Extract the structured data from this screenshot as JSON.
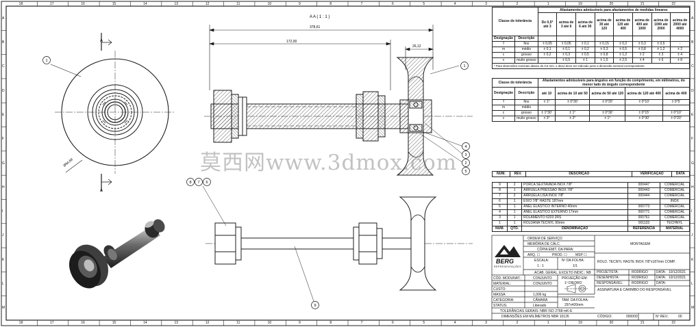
{
  "border": {
    "col_numbers": [
      "18",
      "17",
      "16",
      "15",
      "14",
      "13",
      "12",
      "11",
      "10",
      "9",
      "8",
      "7",
      "6",
      "5",
      "4",
      "3",
      "2",
      "1"
    ],
    "right_cols": [
      "19",
      "20",
      "21",
      "22"
    ],
    "row_letters": [
      "A",
      "B",
      "C",
      "D",
      "E",
      "F",
      "G",
      "H",
      "I",
      "J",
      "K",
      "L",
      "M"
    ]
  },
  "section_title": "A A ( 1 : 1 )",
  "section_marks": [
    "A",
    "A"
  ],
  "dimensions": {
    "overall": "378,61",
    "left": "172,00",
    "right": "26,12",
    "diameter": "Ø94,68"
  },
  "balloons": [
    "1",
    "1",
    "8",
    "7",
    "6",
    "9",
    "4",
    "3",
    "2",
    "5"
  ],
  "watermark": "莫西网www.3dmox.com",
  "tol_linear": {
    "title": "Afastamentos admissíveis para afastamentos de medidas lineares",
    "class_header": "Classe de tolerância",
    "range_headers": [
      "De 0,5* até 3",
      "acima de 3 até 6",
      "acima de 6 até 30",
      "acima de 30 até 120",
      "acima de 120 até 400",
      "acima de 400 até 1000",
      "acima de 1000 até 2000",
      "acima de 2000 até 4000"
    ],
    "sub_headers": [
      "Designação",
      "Descrição"
    ],
    "rows": [
      [
        "f",
        "fino",
        "± 0,05",
        "± 0,05",
        "± 0,1",
        "± 0,15",
        "± 0,2",
        "± 0,3",
        "± 0,5",
        "-"
      ],
      [
        "m",
        "médio",
        "± 0,1",
        "± 0,1",
        "± 0,2",
        "± 0,3",
        "± 0,5",
        "± 0,8",
        "± 1,2",
        "± 2"
      ],
      [
        "c",
        "grosso",
        "± 0,2",
        "± 0,3",
        "± 0,5",
        "± 0,8",
        "± 1,2",
        "± 2",
        "± 3",
        "± 4"
      ],
      [
        "v",
        "muito grosso",
        "-",
        "± 0,5",
        "± 1",
        "± 1,5",
        "± 2,5",
        "± 4",
        "± 6",
        "± 8"
      ]
    ],
    "footnote": "* Para dimensões nominais abaixo de 0,5 mm, o desvi deve ser indicado junto a dimensão nominal correspondente"
  },
  "tol_angular": {
    "title": "Afastamentos admissíveis para ângulos em função do comprimento, em milímetros, do menor lado do ângulo correspondente",
    "class_header": "Classe de tolerância",
    "range_headers": [
      "até 10",
      "acima de 10 até 50",
      "acima de 50 até 120",
      "acima de 120 até 400",
      "acima de 400"
    ],
    "sub_headers": [
      "Designação",
      "Descrição"
    ],
    "rows": [
      [
        "f",
        "fino",
        "± 1°",
        "± 0°30'",
        "± 0°20'",
        "± 0°10'",
        "± 0°5'"
      ],
      [
        "m",
        "médio",
        "",
        "",
        "",
        "",
        ""
      ],
      [
        "c",
        "grosso",
        "± 1°30'",
        "± 1°",
        "± 0°30'",
        "± 0°15'",
        "± 0°10'"
      ],
      [
        "v",
        "muito grosso",
        "± 3°",
        "± 2°",
        "± 1°",
        "± 0°30'",
        "± 0°20'"
      ]
    ]
  },
  "revisions": {
    "headers": [
      "NÚM.",
      "REV.",
      "DESCRIÇÃO",
      "VERIFICAÇÃO",
      "DATA"
    ]
  },
  "bom": {
    "rows": [
      [
        "9",
        "2",
        "PORCA SEXTAVADA INOX 7/8\"",
        "000447",
        "COMERCIAL"
      ],
      [
        "8",
        "1",
        "ARRUELA PRESSÃO INOX 7/8\"",
        "000443",
        "COMERCIAL"
      ],
      [
        "7",
        "2",
        "ARRUELA LISA INOX 7/8\"",
        "000444",
        "COMERCIAL"
      ],
      [
        "6",
        "1",
        "EIXO 7/8\" HASTE 187mm",
        "",
        "INOX"
      ],
      [
        "5",
        "1",
        "ANEL ELÁSTICO INTERNO 40mm",
        "000773",
        "COMERCIAL"
      ],
      [
        "4",
        "1",
        "ANEL ELÁSTICO EXTERNO 17mm",
        "000771",
        "COMERCIAL"
      ],
      [
        "3",
        "1",
        "ROLAMENTO 6203 2RS",
        "000761",
        "COMERCIAL"
      ],
      [
        "1",
        "1",
        "ROLDANA TECNYL 90mm",
        "001133",
        "TECHNYL"
      ]
    ],
    "headers": [
      "NÚM.",
      "QTD.",
      "DENOMINAÇÃO",
      "REFERÊNCIA",
      "MATERIAL"
    ]
  },
  "title_block": {
    "copies": [
      "ORDEM DE SERVIÇO",
      "MEMÓRIA DE CÁLC.",
      "CÓPIA EMIT. DA PARA:"
    ],
    "checks": [
      "ARQ.",
      "PROD.",
      "MSP"
    ],
    "scale_label": "ESCALA:",
    "scale_value": "1 : 1",
    "sheet_label": "Nº DA FOLHA:",
    "sheet_value": "1/1",
    "finish": "ACAB. GERAL, EXCETO INDIC.: NB",
    "type_label": "MONTAGEM",
    "title": "ROLD. TECNYL HASTE INOX 7/8\"x187mm COMP.",
    "logo": "BERG",
    "logo_sub": "REPRESENTAÇÕES",
    "projetista_label": "PROJETISTA:",
    "projetista": "RODRIGO",
    "data_label": "DATA:",
    "data1": "10/12/2021",
    "desenhista_label": "DESENHISTA:",
    "desenhista": "RODRIGO",
    "data2": "10/12/2021",
    "responsavel_label": "RESPONSÁVEL:",
    "responsavel": "RODRIGO",
    "data3": "",
    "signature_note": "ASSINATURA E CARIMBO DO RESPONSÁVEL",
    "cod_label": "CÓD. MODUNAT.:",
    "cod_value": "CONJUNTO",
    "material_label": "MATERIAL:",
    "material_value": "CONJUNTO",
    "custo_label": "CUSTO:",
    "massa_label": "MASSA:",
    "massa_value": "1,006 kg",
    "categoria_label": "CATEGORIA:",
    "categoria_value": "CÂMARA",
    "status_label": "STATUS:",
    "status_value": "Liberado",
    "projection_label": "PROJEÇÃO EM:",
    "projection_value": "1º DIEDRO",
    "size_label": "TAM. DA FOLHA:",
    "size_value": "297x420mm",
    "tolerances_note": "TOLERÂNCIAS GERAIS: NBR ISO 2768-mK-E",
    "units_note": "DIMENSÕES EM MILÍMETROS NBR 10126",
    "codigo_label": "CÓDIGO:",
    "codigo_value": "000000",
    "rev_label": "Nº REV.:",
    "rev_value": "00"
  },
  "colors": {
    "line": "#1a1a1a",
    "paper": "#ffffff",
    "watermark": "#8c8c8c"
  }
}
